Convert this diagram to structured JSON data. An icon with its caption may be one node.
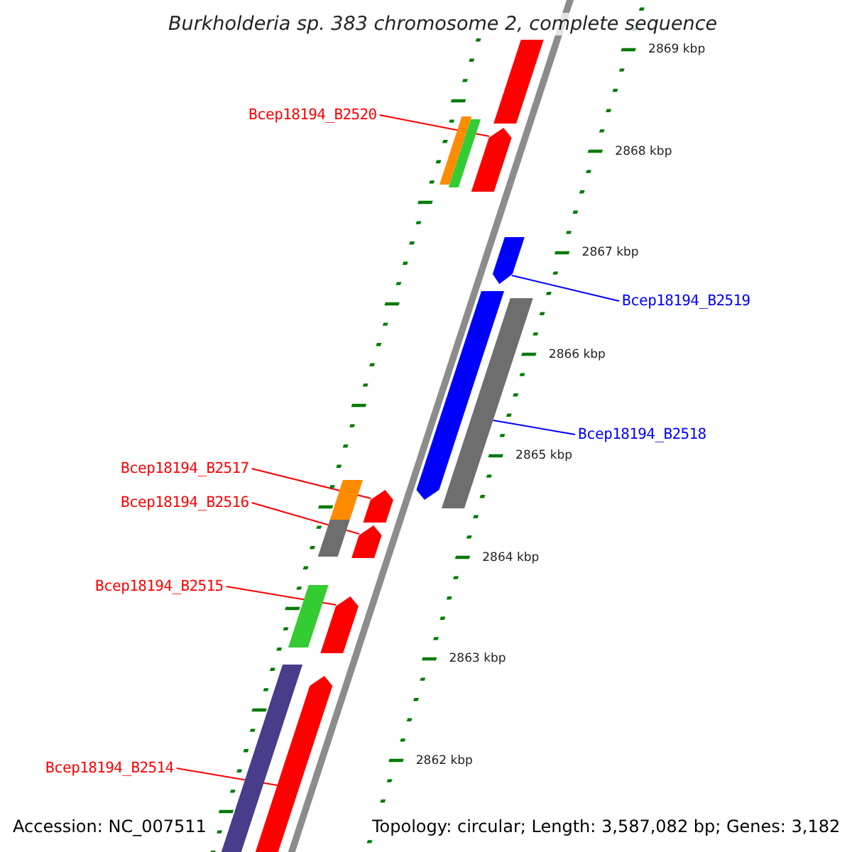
{
  "diagram": {
    "title": "Burkholderia sp. 383 chromosome 2, complete sequence",
    "nodes": [
      {
        "text": [
          "Bcep18194_B2520"
        ]
      },
      {
        "text": [],
        "shape": "bar"
      },
      {
        "text": [
          "Bcep18194_B2519"
        ]
      },
      {
        "text": [],
        "shape": "bar"
      },
      {
        "text": [
          "Bcep18194_B2518"
        ]
      },
      {
        "text": [],
        "shape": "bar"
      },
      {
        "text": [
          "Bcep18194_B2517"
        ]
      },
      {
        "text": [],
        "shape": "bar"
      },
      {
        "text": [
          "Bcep18194_B2516"
        ]
      },
      {
        "text": [],
        "shape": "bar"
      },
      {
        "text": [
          "Bcep18194_B2515"
        ]
      },
      {
        "text": [],
        "shape": "bar"
      },
      {
        "text": [
          "Bcep18194_B2514"
        ]
      },
      {
        "text": [],
        "shape": "bar"
      },
      {
        "text": [],
        "shape": "bar"
      },
      {
        "text": [],
        "shape": "bar"
      },
      {
        "text": [],
        "shape": "bar"
      },
      {
        "text": [],
        "shape": "bar"
      },
      {
        "text": [],
        "shape": "bar"
      },
      {
        "text": [],
        "shape": "bar"
      },
      {
        "text": [],
        "shape": "bar"
      },
      {
        "text": [],
        "shape": "bar"
      }
    ],
    "edges": [
      {
        "from": 0,
        "to": 1,
        "arrow": "none"
      },
      {
        "from": 2,
        "to": 3,
        "arrow": "none",
        "color": "#0000ff"
      },
      {
        "from": 4,
        "to": 17,
        "arrow": "none",
        "color": "#0000ff"
      },
      {
        "from": 6,
        "to": 7,
        "arrow": "none"
      },
      {
        "from": 8,
        "to": 9,
        "arrow": "none"
      },
      {
        "from": 10,
        "to": 11,
        "arrow": "none"
      },
      {
        "from": 12,
        "to": 13,
        "arrow": "none"
      }
    ],
    "labels": [
      "2869 kbp",
      "2868 kbp",
      "2867 kbp",
      "2866 kbp",
      "2865 kbp",
      "2864 kbp",
      "2863 kbp",
      "2862 kbp",
      "Accession: NC_007511",
      "Topology: circular; Length: 3,587,082 bp; Genes: 3,182"
    ]
  }
}
